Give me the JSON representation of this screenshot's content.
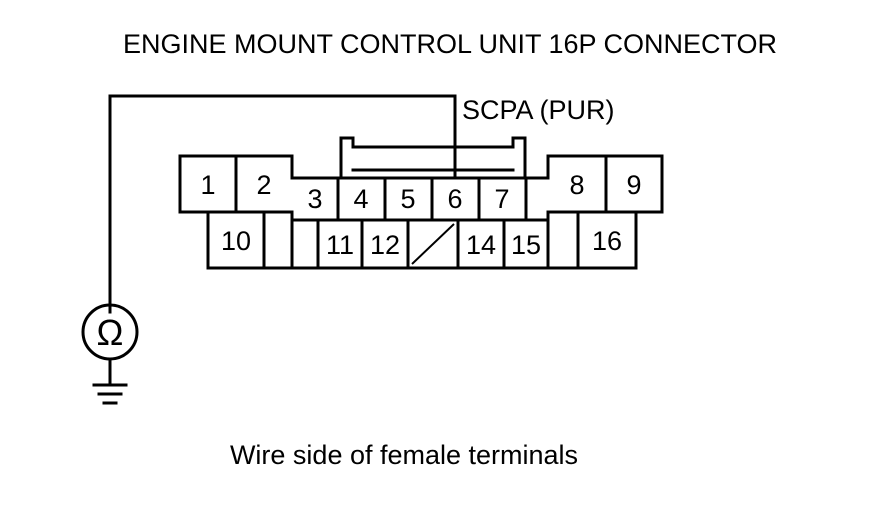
{
  "diagram": {
    "title": "ENGINE MOUNT CONTROL UNIT 16P CONNECTOR",
    "wire_label": "SCPA (PUR)",
    "caption": "Wire side of female terminals",
    "meter_symbol": "Ω",
    "meter_icon": "ohmmeter-icon",
    "ground_icon": "ground-icon",
    "terminals": {
      "t1": "1",
      "t2": "2",
      "t3": "3",
      "t4": "4",
      "t5": "5",
      "t6": "6",
      "t7": "7",
      "t8": "8",
      "t9": "9",
      "t10": "10",
      "t11": "11",
      "t12": "12",
      "t14": "14",
      "t15": "15",
      "t16": "16"
    }
  }
}
